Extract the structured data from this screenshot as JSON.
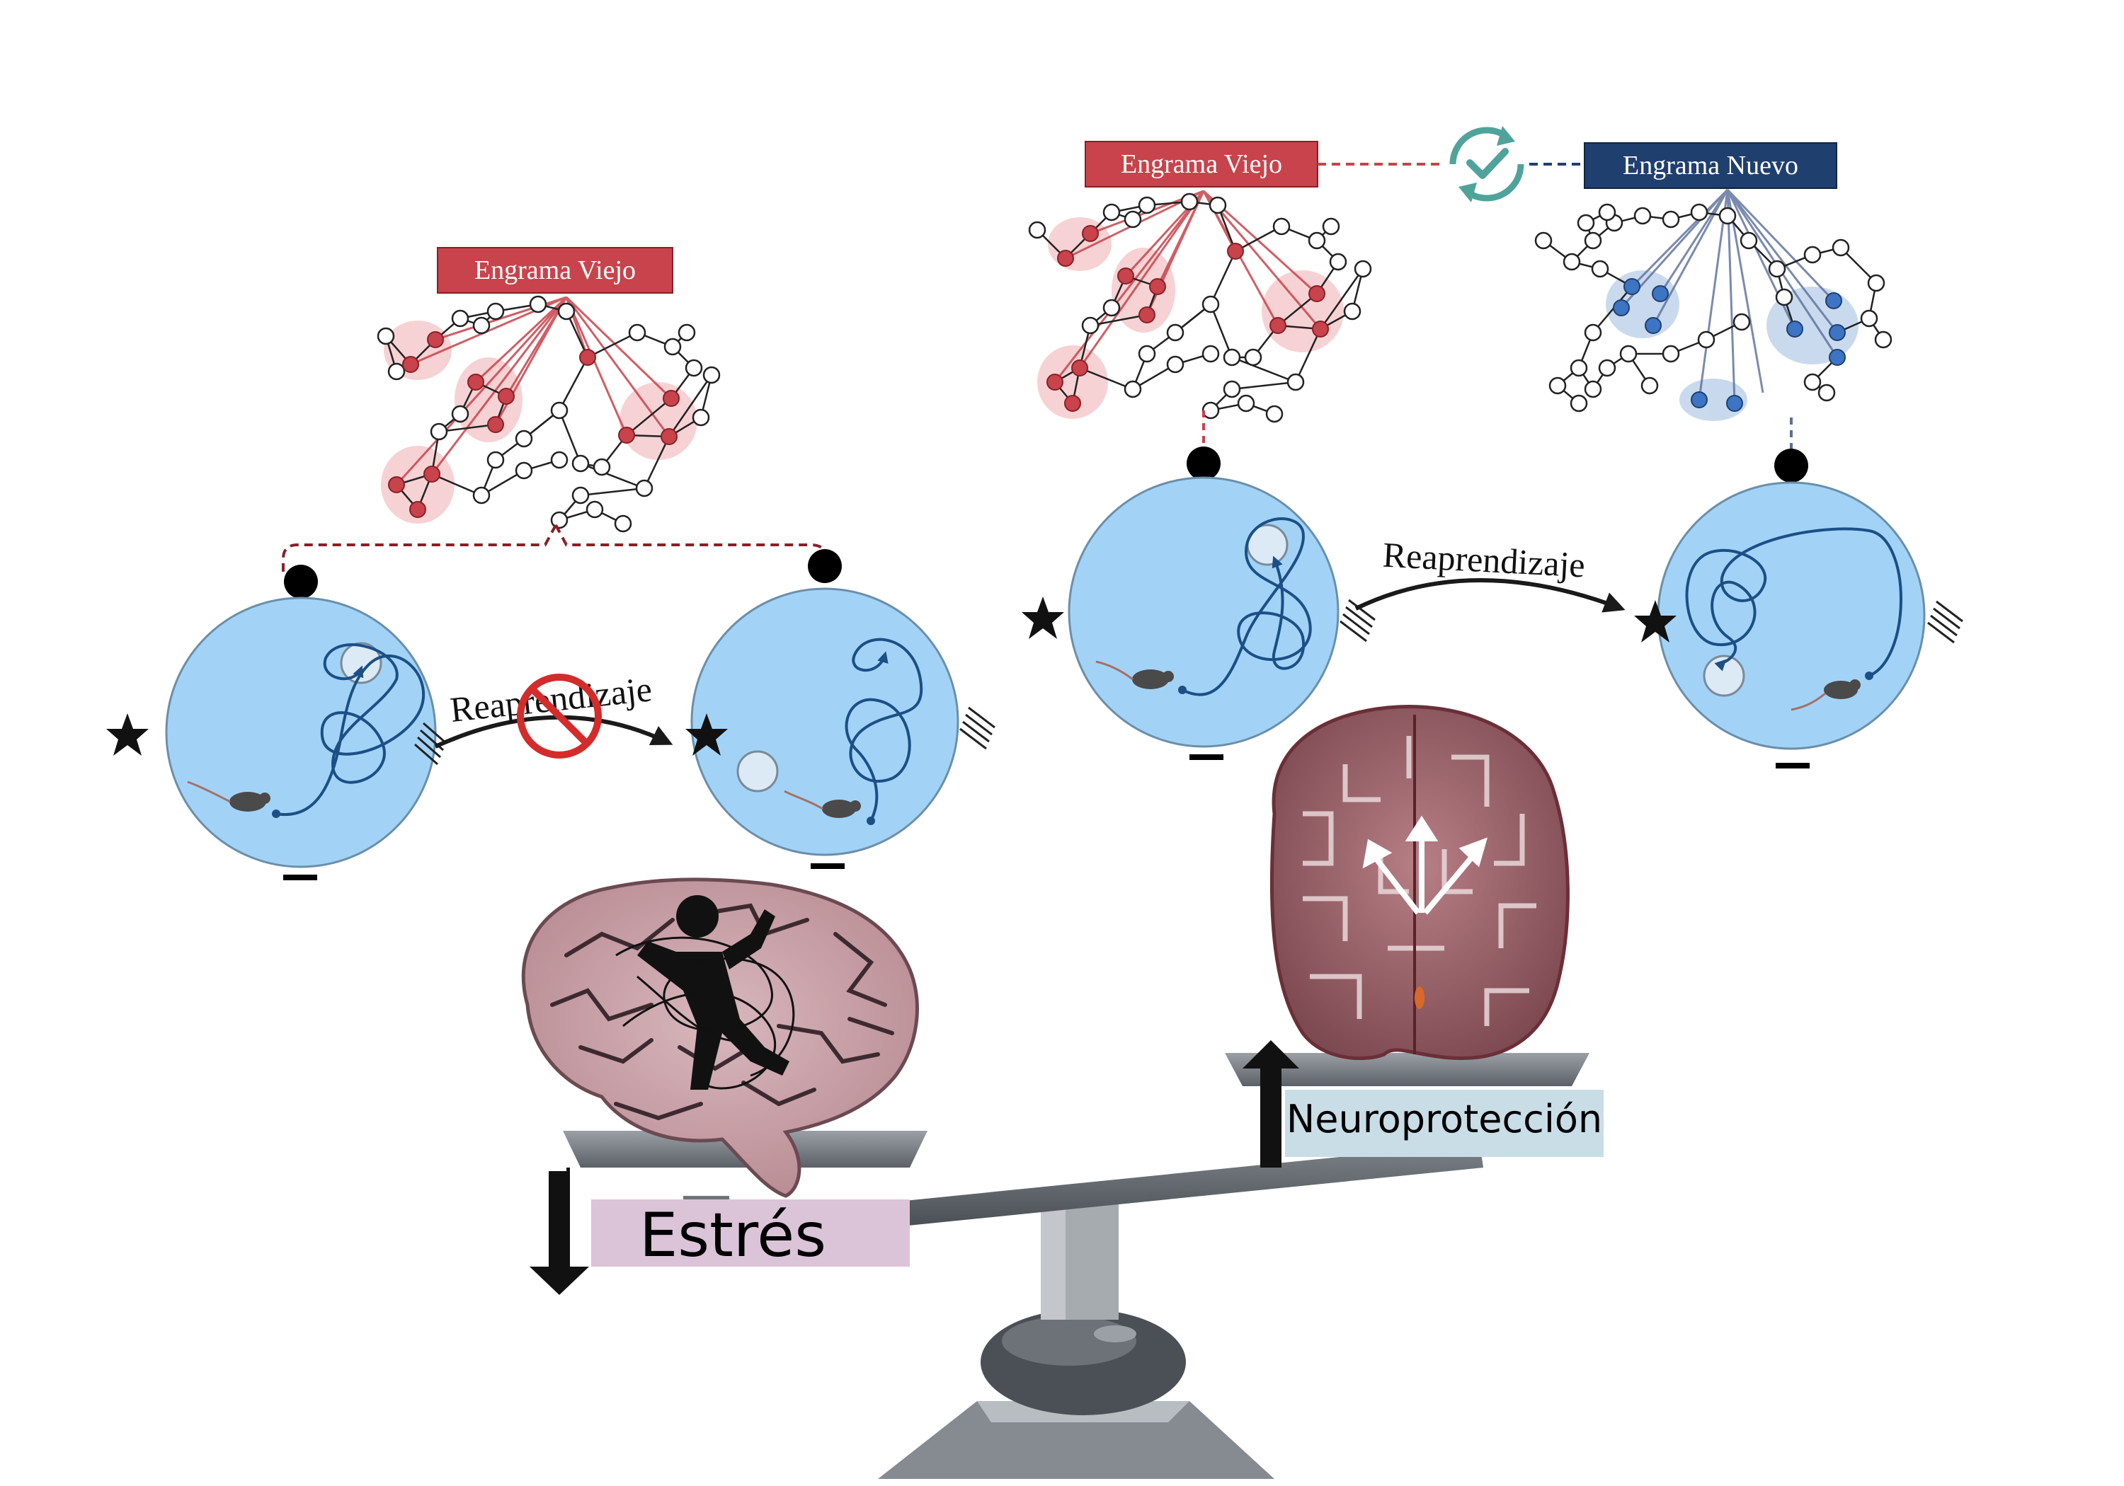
{
  "labels": {
    "engram_old_left": "Engrama Viejo",
    "engram_old_right": "Engrama Viejo",
    "engram_new": "Engrama Nuevo",
    "relearning_left": "Reaprendizaje",
    "relearning_right": "Reaprendizaje",
    "stress": "Estrés",
    "neuroprotection": "Neuroprotección"
  },
  "colors": {
    "engram_old": "#c8434b",
    "engram_new": "#1f3f6e",
    "pool_water": "#a2d3f7",
    "path": "#1b4f86",
    "stress_box": "#dbc4d8",
    "neuro_box": "#c9dde6",
    "check_icon": "#4fa39a",
    "no_icon": "#d42b2b"
  },
  "icons": [
    "no-entry-icon",
    "sync-check-icon",
    "star-icon",
    "mouse-icon",
    "brain-maze-icon",
    "tangled-person-icon",
    "arrow-down-icon",
    "arrow-up-icon",
    "balance-scale-icon"
  ]
}
